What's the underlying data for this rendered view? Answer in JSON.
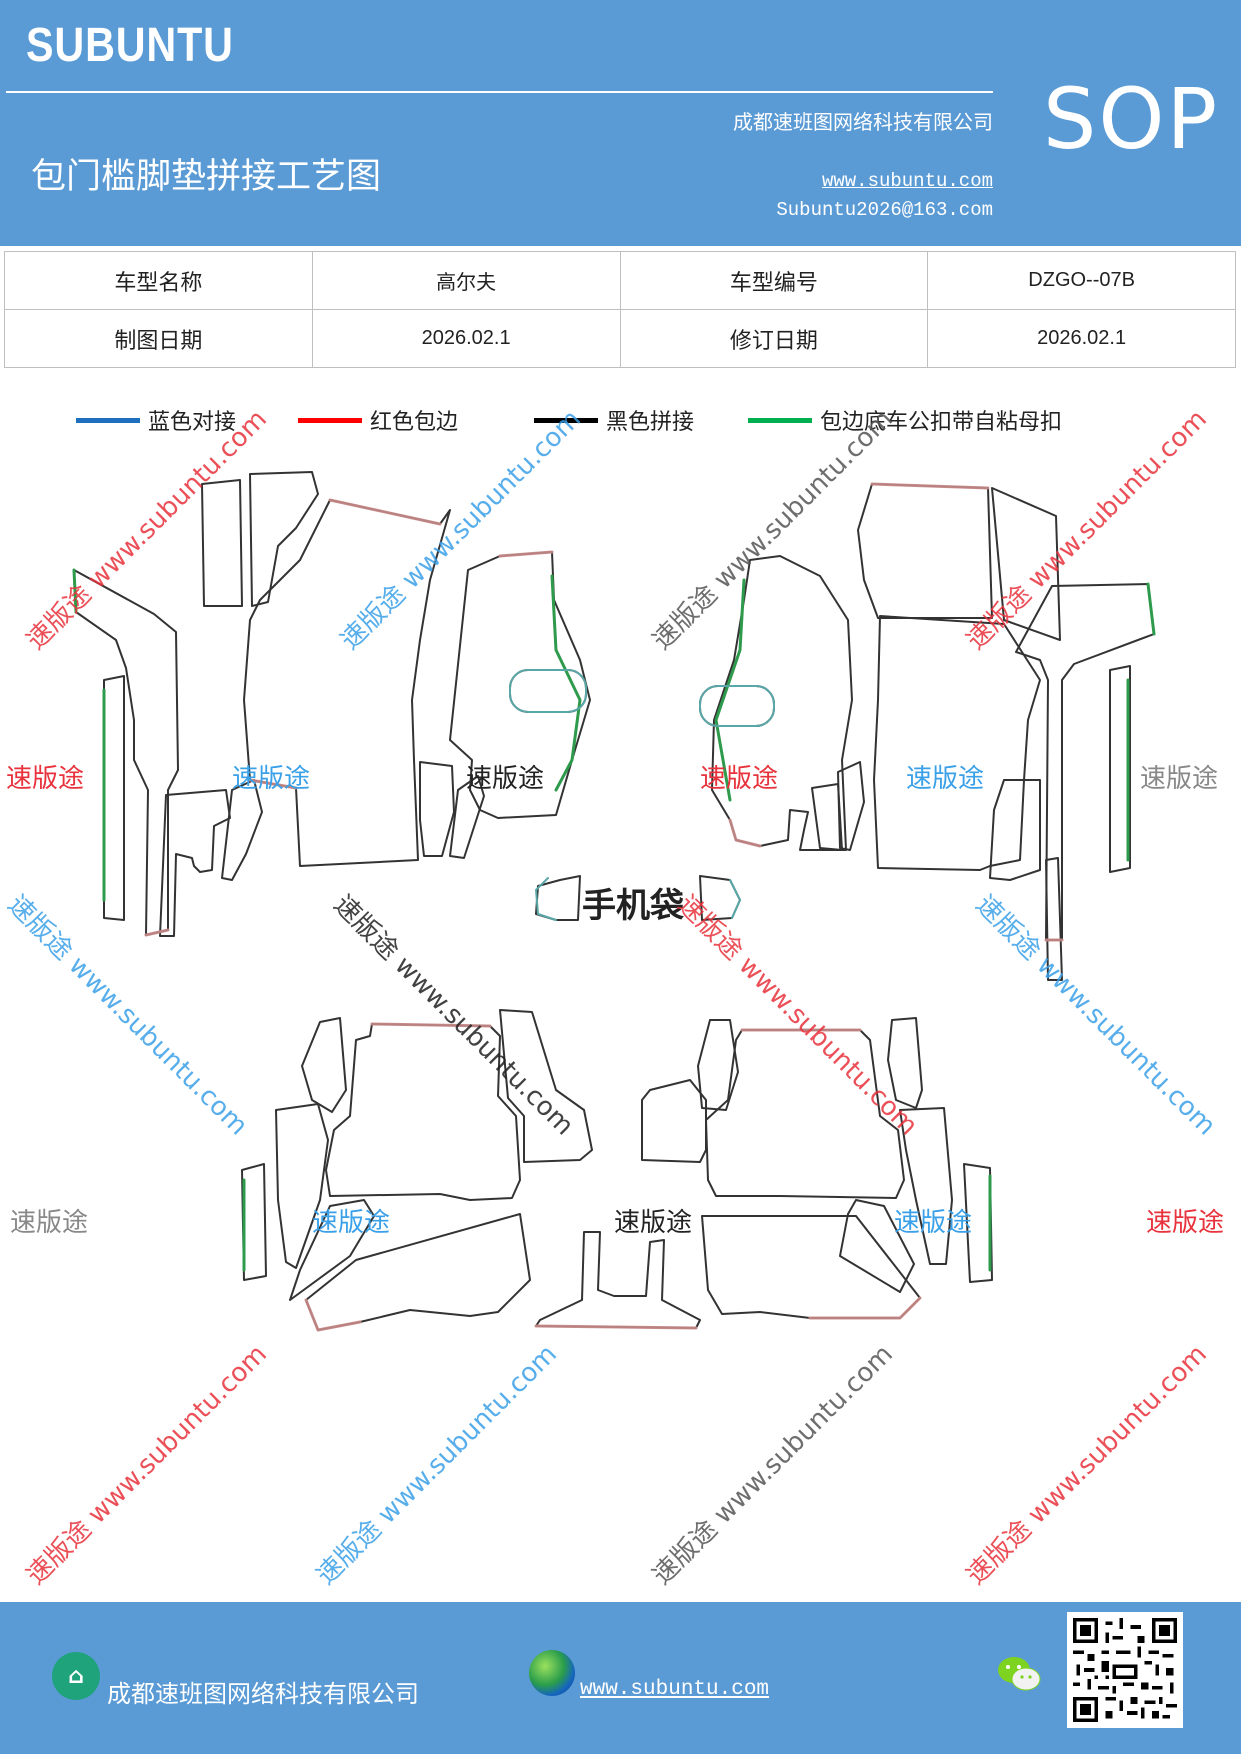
{
  "header": {
    "brand": "SUBUNTU",
    "title": "包门槛脚垫拼接工艺图",
    "company": "成都速班图网络科技有限公司",
    "website": "www.subuntu.com",
    "email": "Subuntu2026@163.com",
    "badge": "SOP",
    "color": "#5b9bd5"
  },
  "info_table": {
    "rows": [
      [
        {
          "label": "车型名称"
        },
        {
          "value": "高尔夫"
        },
        {
          "label": "车型编号"
        },
        {
          "value": "DZGO--07B"
        }
      ],
      [
        {
          "label": "制图日期"
        },
        {
          "value": "2026.02.1"
        },
        {
          "label": "修订日期"
        },
        {
          "value": "2026.02.1"
        }
      ]
    ]
  },
  "legend": [
    {
      "color": "#1f6fbf",
      "label": "蓝色对接"
    },
    {
      "color": "#ff0000",
      "label": "红色包边"
    },
    {
      "color": "#000000",
      "label": "黑色拼接"
    },
    {
      "color": "#00b050",
      "label": "包边底车公扣带自粘母扣"
    }
  ],
  "diagram": {
    "phone_bag_label": "手机袋",
    "outline_color": "#333333",
    "edge_color": "#c98a8a",
    "green_edge_color": "#2e9a4c"
  },
  "watermarks": {
    "brand_text": "速版途",
    "diagonal_text": "速版途 www.subuntu.com",
    "colors": {
      "red": "#e8323c",
      "blue": "#3aa0e8",
      "gray": "#888888",
      "black": "#222222"
    }
  },
  "footer": {
    "company_icon": "building-icon",
    "company": "成都速班图网络科技有限公司",
    "web_icon": "globe-icon",
    "website": "www.subuntu.com",
    "wechat_icon": "wechat-icon",
    "qr_icon": "qr-code"
  }
}
